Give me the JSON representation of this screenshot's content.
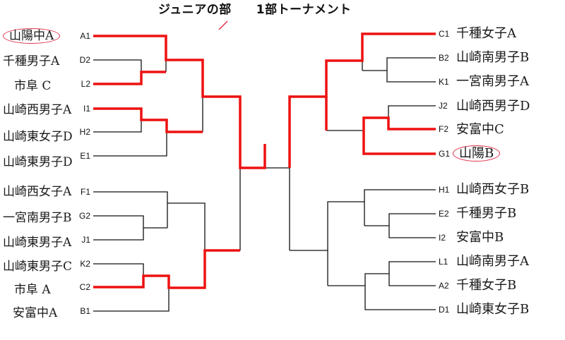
{
  "title": "ジュニアの部　　1部トーナメント",
  "colors": {
    "winner_line": "#ee1111",
    "circle": "#e0304a"
  },
  "left": [
    {
      "code": "A1",
      "team": "山陽中A",
      "circled": true
    },
    {
      "code": "D2",
      "team": "千種男子A"
    },
    {
      "code": "L2",
      "team": "市阜 C"
    },
    {
      "code": "I1",
      "team": "山崎西男子A"
    },
    {
      "code": "H2",
      "team": "山崎東女子D"
    },
    {
      "code": "E1",
      "team": "山崎東男子D"
    },
    {
      "code": "F1",
      "team": "山崎西女子A"
    },
    {
      "code": "G2",
      "team": "一宮南男子B"
    },
    {
      "code": "J1",
      "team": "山崎東男子A"
    },
    {
      "code": "K2",
      "team": "山崎東男子C"
    },
    {
      "code": "C2",
      "team": "市阜 A"
    },
    {
      "code": "B1",
      "team": "安富中A"
    }
  ],
  "right": [
    {
      "code": "C1",
      "team": "千種女子A"
    },
    {
      "code": "B2",
      "team": "山崎南男子B"
    },
    {
      "code": "K1",
      "team": "一宮南男子A"
    },
    {
      "code": "J2",
      "team": "山崎西男子D"
    },
    {
      "code": "F2",
      "team": "安富中C"
    },
    {
      "code": "G1",
      "team": "山陽B",
      "circled": true
    },
    {
      "code": "H1",
      "team": "山崎西女子B"
    },
    {
      "code": "E2",
      "team": "千種男子B"
    },
    {
      "code": "I2",
      "team": "安富中B"
    },
    {
      "code": "L1",
      "team": "山崎南男子A"
    },
    {
      "code": "A2",
      "team": "千種女子B"
    },
    {
      "code": "D1",
      "team": "山崎東女子B"
    }
  ]
}
